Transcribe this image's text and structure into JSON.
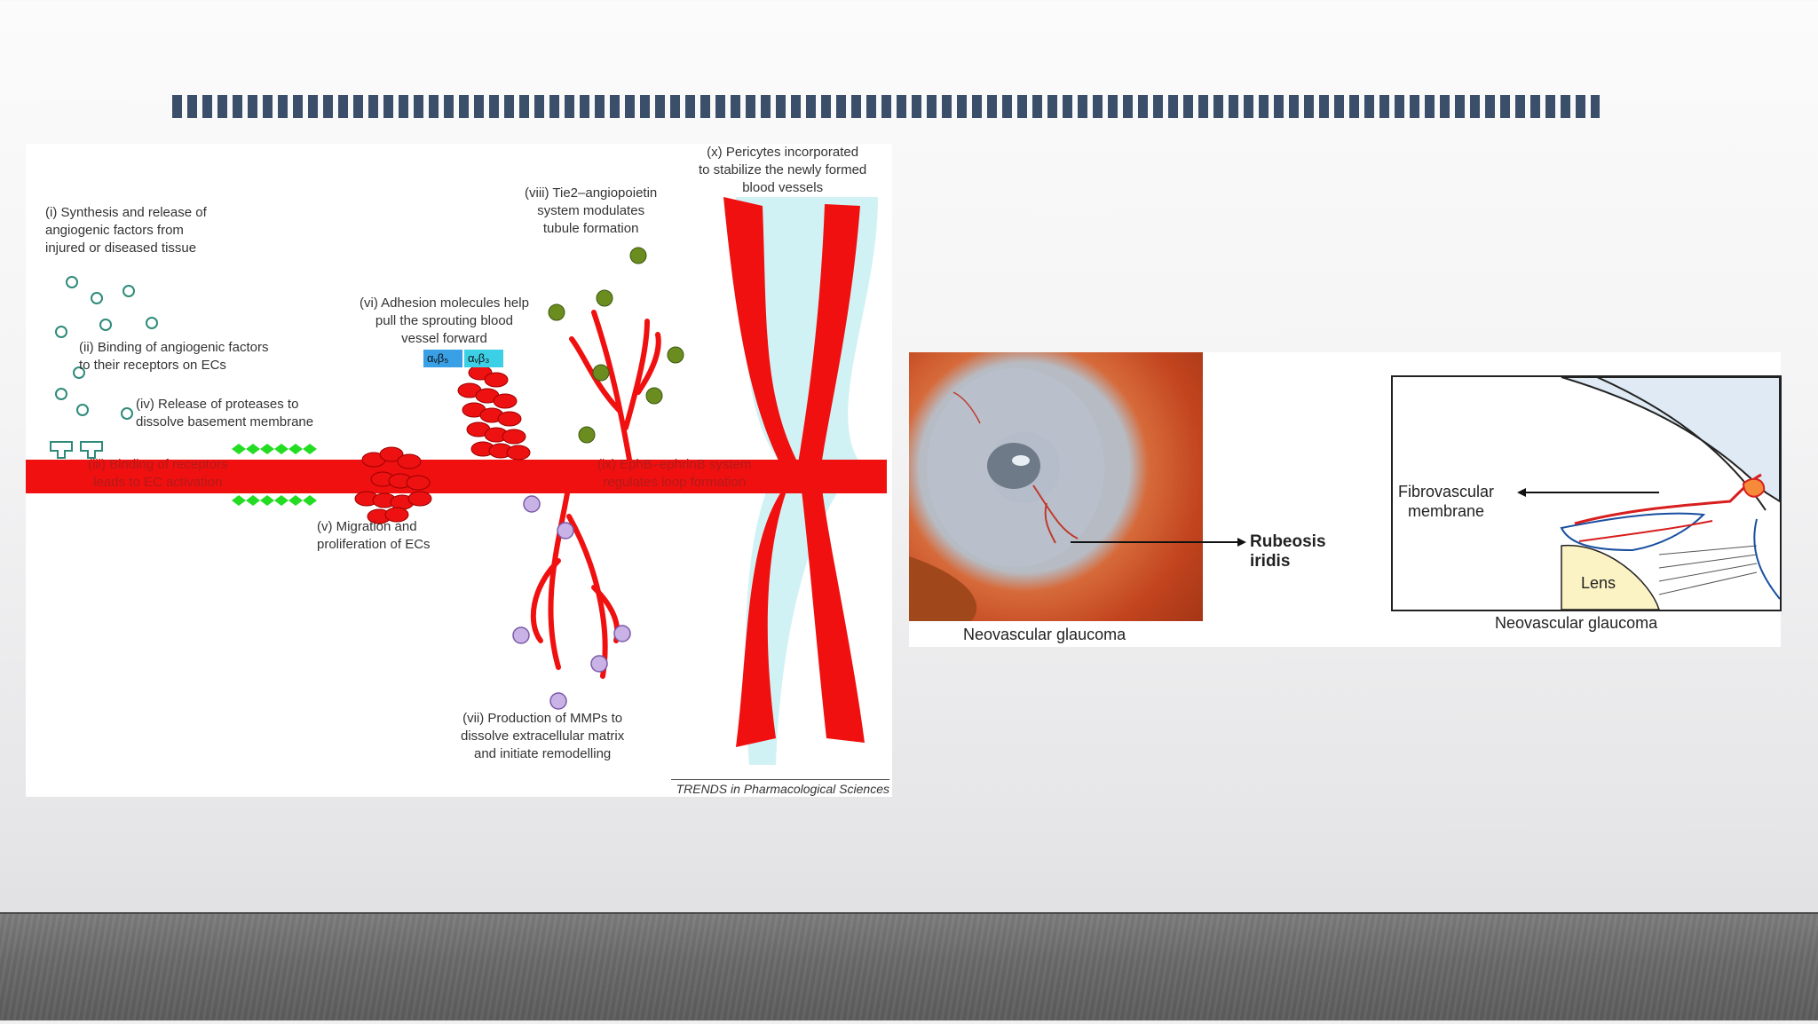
{
  "figure_left": {
    "labels": {
      "i": "(i) Synthesis and release of\nangiogenic factors from\ninjured or diseased tissue",
      "ii": "(ii) Binding of angiogenic factors\nto their receptors on ECs",
      "iii": "(iii) Binding of receptors\nleads to EC activation",
      "iv": "(iv) Release of proteases to\ndissolve basement membrane",
      "v": "(v) Migration and\nproliferation of ECs",
      "vi": "(vi) Adhesion molecules help\npull the sprouting blood\nvessel forward",
      "vii": "(vii) Production of MMPs to\ndissolve extracellular matrix\nand initiate remodelling",
      "viii": "(viii) Tie2–angiopoietin\nsystem modulates\ntubule formation",
      "ix": "(ix) EphB–ephrinB system\nregulates loop formation",
      "x": "(x) Pericytes incorporated\nto stabilize the newly formed\nblood vessels"
    },
    "integrin_b5": "αᵥβ₅",
    "integrin_b3": "αᵥβ₃",
    "credit": "TRENDS in Pharmacological Sciences"
  },
  "figure_right": {
    "photo_caption": "Neovascular glaucoma",
    "rubeosis_label": "Rubeosis\niridis",
    "fibrovascular_label": "Fibrovascular\nmembrane",
    "lens_label": "Lens",
    "schematic_caption": "Neovascular glaucoma"
  },
  "colors": {
    "vessel_red": "#f01010",
    "stripe_navy": "#3c4f6a",
    "factor_teal": "#2e8b7a",
    "tie2_green": "#6b8c1f",
    "mmp_purple": "#b9a0dc",
    "pericyte_cyan": "#a8e6ea",
    "protease_green": "#22dd22"
  }
}
